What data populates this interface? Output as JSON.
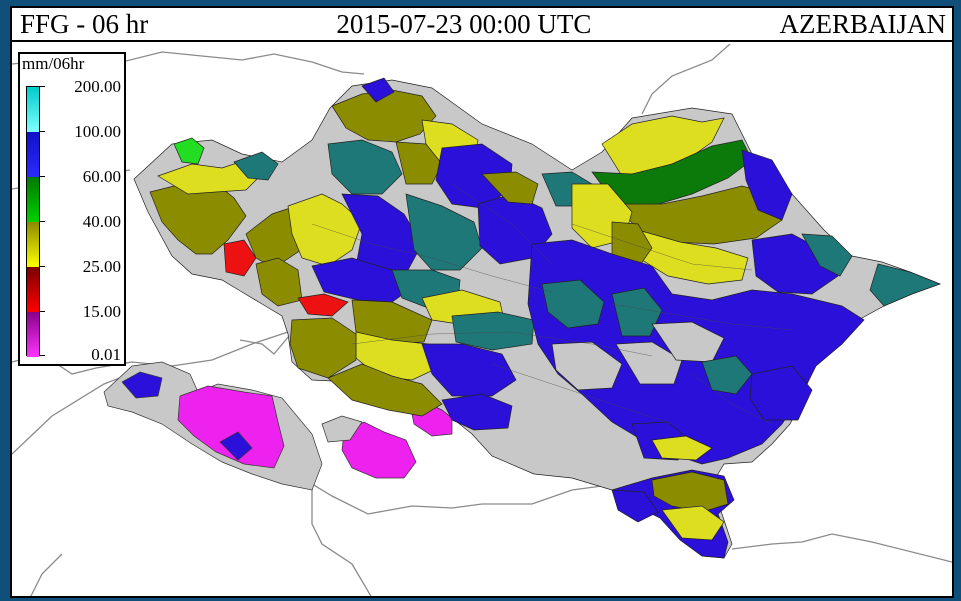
{
  "header": {
    "product": "FFG - 06 hr",
    "datetime": "2015-07-23 00:00 UTC",
    "region": "AZERBAIJAN"
  },
  "legend": {
    "unit": "mm/06hr",
    "labels": [
      "200.00",
      "100.00",
      "60.00",
      "40.00",
      "25.00",
      "15.00",
      "0.01"
    ],
    "colors": {
      "200": [
        "#00cccc",
        "#80ffff"
      ],
      "100": [
        "#1010c8",
        "#2b2bff"
      ],
      "60": [
        "#007a00",
        "#00d000"
      ],
      "40": [
        "#8a8a00",
        "#ffff00"
      ],
      "25": [
        "#7a0000",
        "#ff0000"
      ],
      "15": [
        "#8a008a",
        "#ff33ff"
      ]
    }
  },
  "map": {
    "region_colors": {
      "blue": "#2a10d8",
      "teal": "#1f7878",
      "olive": "#8c8c00",
      "yellow": "#dede20",
      "green": "#0b7a0b",
      "bright_green": "#22dd22",
      "red": "#ee1111",
      "magenta": "#ee22ee",
      "gray": "#c8c8c8"
    }
  }
}
